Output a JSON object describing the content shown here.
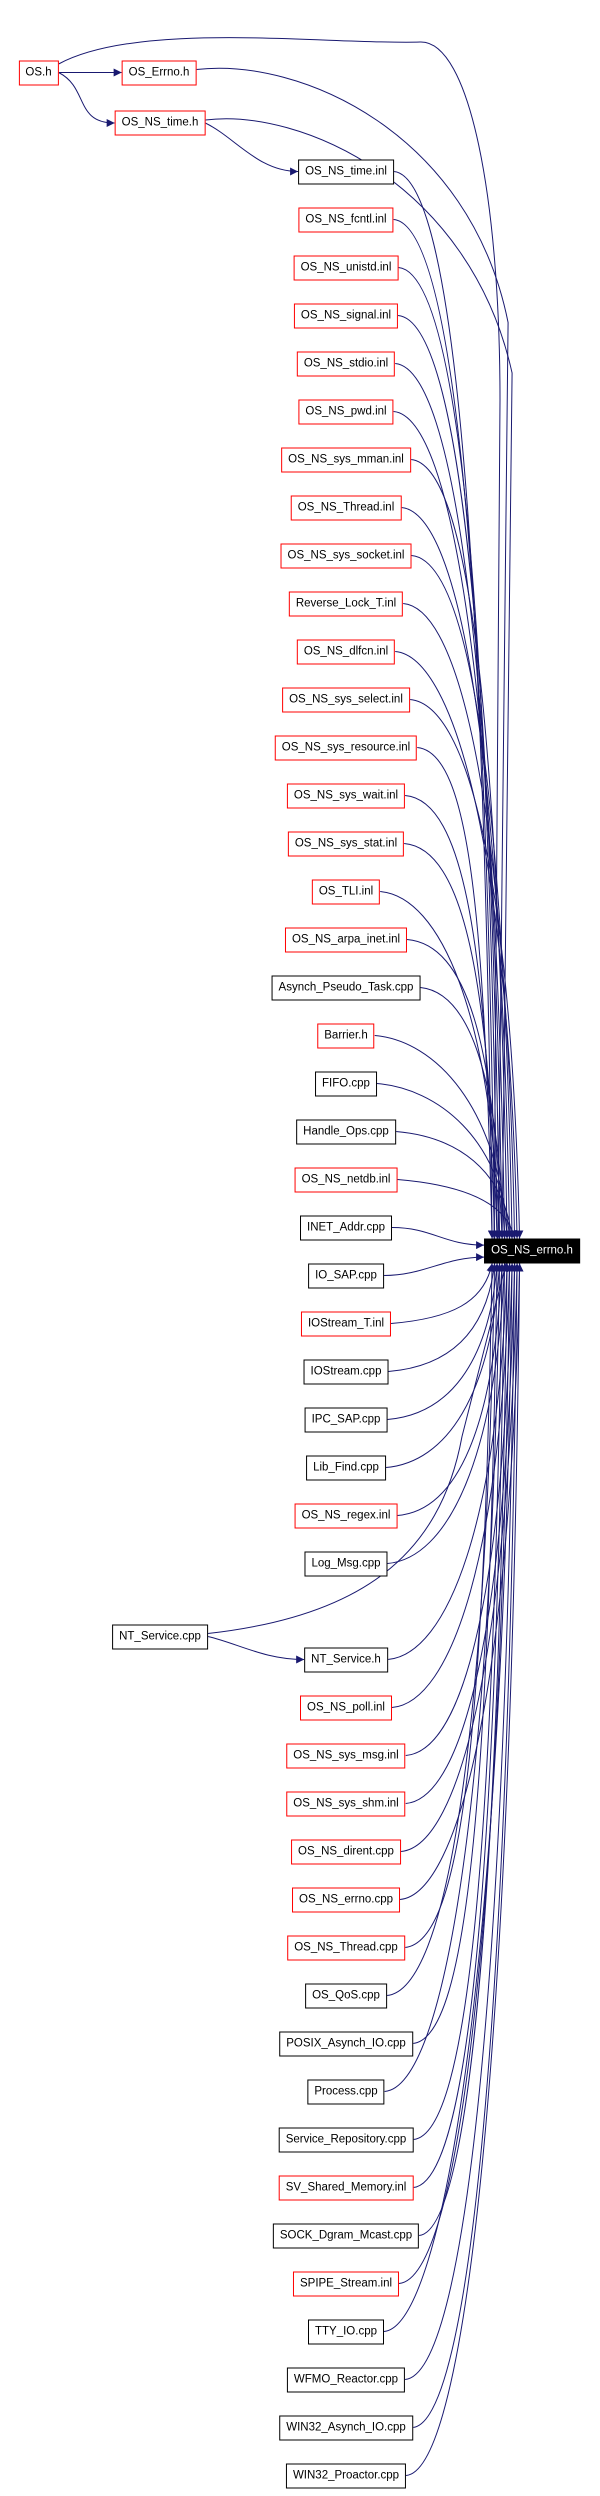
{
  "colors": {
    "edge": "#191970",
    "red_border": "#ff0000",
    "black_border": "#000000",
    "target_fill": "#000000"
  },
  "target": {
    "label": "OS_NS_errno.h"
  },
  "top_nodes": [
    {
      "id": "os_h",
      "label": "OS.h",
      "red": true
    },
    {
      "id": "os_errno_h",
      "label": "OS_Errno.h",
      "red": true
    },
    {
      "id": "os_ns_time_h",
      "label": "OS_NS_time.h",
      "red": true
    },
    {
      "id": "nt_service_cpp",
      "label": "NT_Service.cpp",
      "red": false
    }
  ],
  "column_nodes": [
    {
      "label": "OS_NS_time.inl",
      "red": false
    },
    {
      "label": "OS_NS_fcntl.inl",
      "red": true
    },
    {
      "label": "OS_NS_unistd.inl",
      "red": true
    },
    {
      "label": "OS_NS_signal.inl",
      "red": true
    },
    {
      "label": "OS_NS_stdio.inl",
      "red": true
    },
    {
      "label": "OS_NS_pwd.inl",
      "red": true
    },
    {
      "label": "OS_NS_sys_mman.inl",
      "red": true
    },
    {
      "label": "OS_NS_Thread.inl",
      "red": true
    },
    {
      "label": "OS_NS_sys_socket.inl",
      "red": true
    },
    {
      "label": "Reverse_Lock_T.inl",
      "red": true
    },
    {
      "label": "OS_NS_dlfcn.inl",
      "red": true
    },
    {
      "label": "OS_NS_sys_select.inl",
      "red": true
    },
    {
      "label": "OS_NS_sys_resource.inl",
      "red": true
    },
    {
      "label": "OS_NS_sys_wait.inl",
      "red": true
    },
    {
      "label": "OS_NS_sys_stat.inl",
      "red": true
    },
    {
      "label": "OS_TLI.inl",
      "red": true
    },
    {
      "label": "OS_NS_arpa_inet.inl",
      "red": true
    },
    {
      "label": "Asynch_Pseudo_Task.cpp",
      "red": false
    },
    {
      "label": "Barrier.h",
      "red": true
    },
    {
      "label": "FIFO.cpp",
      "red": false
    },
    {
      "label": "Handle_Ops.cpp",
      "red": false
    },
    {
      "label": "OS_NS_netdb.inl",
      "red": true
    },
    {
      "label": "INET_Addr.cpp",
      "red": false
    },
    {
      "label": "IO_SAP.cpp",
      "red": false
    },
    {
      "label": "IOStream_T.inl",
      "red": true
    },
    {
      "label": "IOStream.cpp",
      "red": false
    },
    {
      "label": "IPC_SAP.cpp",
      "red": false
    },
    {
      "label": "Lib_Find.cpp",
      "red": false
    },
    {
      "label": "OS_NS_regex.inl",
      "red": true
    },
    {
      "label": "Log_Msg.cpp",
      "red": false
    },
    {
      "label": "NT_Service.h",
      "red": false
    },
    {
      "label": "OS_NS_poll.inl",
      "red": true
    },
    {
      "label": "OS_NS_sys_msg.inl",
      "red": true
    },
    {
      "label": "OS_NS_sys_shm.inl",
      "red": true
    },
    {
      "label": "OS_NS_dirent.cpp",
      "red": true
    },
    {
      "label": "OS_NS_errno.cpp",
      "red": true
    },
    {
      "label": "OS_NS_Thread.cpp",
      "red": true
    },
    {
      "label": "OS_QoS.cpp",
      "red": false
    },
    {
      "label": "POSIX_Asynch_IO.cpp",
      "red": false
    },
    {
      "label": "Process.cpp",
      "red": false
    },
    {
      "label": "Service_Repository.cpp",
      "red": false
    },
    {
      "label": "SV_Shared_Memory.inl",
      "red": true
    },
    {
      "label": "SOCK_Dgram_Mcast.cpp",
      "red": false
    },
    {
      "label": "SPIPE_Stream.inl",
      "red": true
    },
    {
      "label": "TTY_IO.cpp",
      "red": false
    },
    {
      "label": "WFMO_Reactor.cpp",
      "red": false
    },
    {
      "label": "WIN32_Asynch_IO.cpp",
      "red": false
    },
    {
      "label": "WIN32_Proactor.cpp",
      "red": false
    }
  ]
}
